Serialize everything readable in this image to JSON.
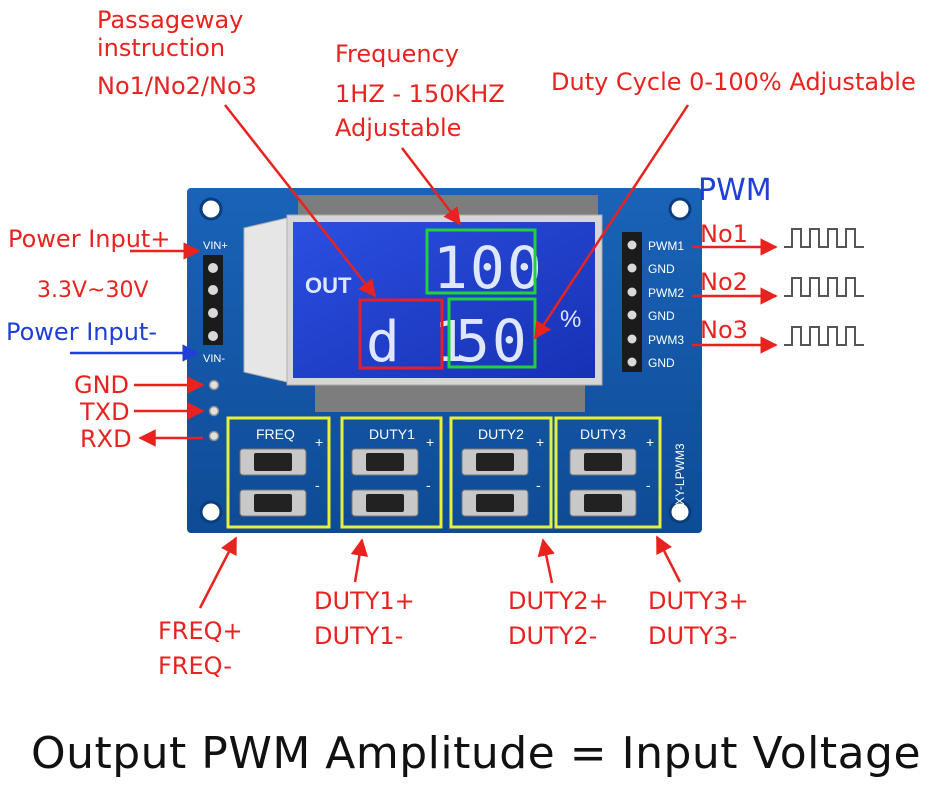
{
  "labels": {
    "passageway": [
      "Passageway",
      "instruction",
      "No1/No2/No3"
    ],
    "frequency": [
      "Frequency",
      "1HZ - 150KHZ",
      "Adjustable"
    ],
    "duty_cycle": "Duty Cycle 0-100% Adjustable",
    "pwm_title": "PWM",
    "power_plus": "Power Input+",
    "voltage_range": "3.3V~30V",
    "power_minus": "Power Input-",
    "gnd": "GND",
    "txd": "TXD",
    "rxd": "RXD",
    "no1": "No1",
    "no2": "No2",
    "no3": "No3",
    "freq_buttons": [
      "FREQ+",
      "FREQ-"
    ],
    "duty1_buttons": [
      "DUTY1+",
      "DUTY1-"
    ],
    "duty2_buttons": [
      "DUTY2+",
      "DUTY2-"
    ],
    "duty3_buttons": [
      "DUTY3+",
      "DUTY3-"
    ],
    "footer": "Output PWM Amplitude = Input Voltage"
  },
  "board": {
    "vin_plus": "VIN+",
    "vin_minus": "VIN-",
    "pins": [
      "PWM1",
      "GND",
      "PWM2",
      "GND",
      "PWM3",
      "GND"
    ],
    "button_groups": [
      "FREQ",
      "DUTY1",
      "DUTY2",
      "DUTY3"
    ],
    "plus_sign": "+",
    "minus_sign": "-",
    "model": "XY-LPWM3"
  },
  "lcd": {
    "out_label": "OUT",
    "top_value": "100",
    "channel": "d 1",
    "bottom_value": "50",
    "percent": "%"
  },
  "colors": {
    "pcb": "#1457a6",
    "lcd": "#1e3fd0",
    "annotation": "#e8231f",
    "highlight_green": "#1fd23a",
    "highlight_yellow": "#e6f03a"
  }
}
